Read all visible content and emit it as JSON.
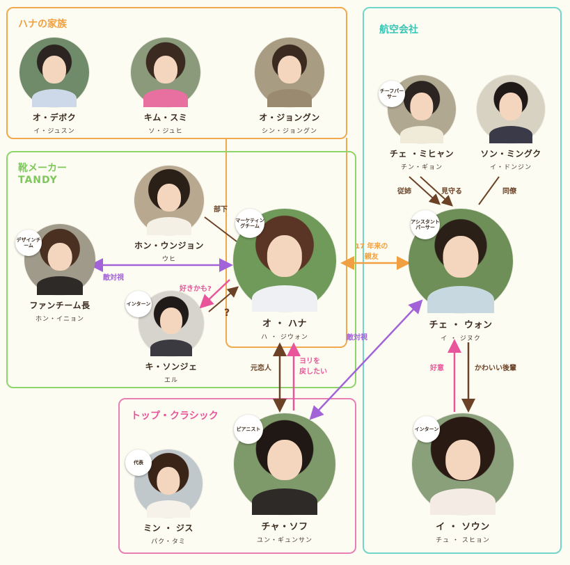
{
  "groups": {
    "family": {
      "label": "ハナの家族",
      "color": "#f2a94e"
    },
    "tandy": {
      "label_line1": "靴メーカー",
      "label_line2": "TANDY",
      "color": "#8fd36b"
    },
    "airline": {
      "label": "航空会社",
      "color": "#6fd6c8"
    },
    "topclassic": {
      "label": "トップ・クラシック",
      "color": "#e77fb5"
    }
  },
  "people": {
    "debok": {
      "name": "オ・デボク",
      "actor": "イ・ジュスン"
    },
    "sumi": {
      "name": "キム・スミ",
      "actor": "ソ・ジュヒ"
    },
    "jonggun": {
      "name": "オ・ジョングン",
      "actor": "シン・ジョングン"
    },
    "mihyang": {
      "name": "チェ ・ミヒャン",
      "actor": "チン・ギョン",
      "badge": "チーフパーサー"
    },
    "mingguk": {
      "name": "ソン・ミングク",
      "actor": "イ・ドンジン"
    },
    "unjeong": {
      "name": "ホン・ウンジョン",
      "actor": "ウヒ"
    },
    "fan": {
      "name": "ファンチーム長",
      "actor": "ホン・イニョン",
      "badge": "デザインチーム"
    },
    "hana": {
      "name": "オ ・ ハナ",
      "actor": "ハ ・ ジウォン",
      "badge": "マーケティングチーム"
    },
    "won": {
      "name": "チェ ・ ウォン",
      "actor": "イ ・ ジヌク",
      "badge": "アシスタントパーサー"
    },
    "sonje": {
      "name": "キ・ソンジェ",
      "actor": "エル",
      "badge": "インターン"
    },
    "jisu": {
      "name": "ミン ・ ジス",
      "actor": "パク・タミ",
      "badge": "代表"
    },
    "sofu": {
      "name": "チャ・ソフ",
      "actor": "ユン・ギュンサン",
      "badge": "ピアニスト"
    },
    "soun": {
      "name": "イ ・ ソウン",
      "actor": "チュ ・ スヒョン",
      "badge": "インターン"
    }
  },
  "relations": {
    "buka": "部下",
    "rival_fan": "敵対視",
    "like": "好きかも?",
    "question": "?",
    "friends_l1": "17 年来の",
    "friends_l2": "親友",
    "rival_sofu": "敵対視",
    "ex_l1": "元恋人",
    "return_l1": "ヨリを",
    "return_l2": "戻したい",
    "cousin": "従姉",
    "watch": "見守る",
    "colleague": "同僚",
    "favor": "好意",
    "junior": "かわいい後輩"
  },
  "colors": {
    "brown": "#6b4226",
    "orange": "#f0a040",
    "pink": "#e8559a",
    "purple": "#a262d8",
    "text": "#3a2a1e"
  }
}
